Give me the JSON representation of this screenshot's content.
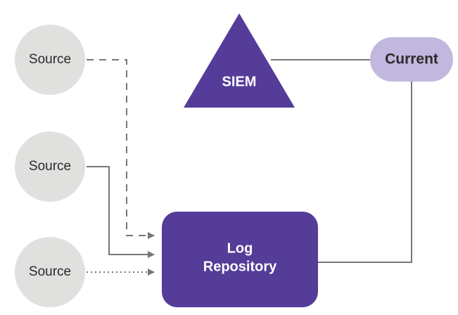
{
  "nodes": {
    "source_1": {
      "label": "Source"
    },
    "source_2": {
      "label": "Source"
    },
    "source_3": {
      "label": "Source"
    },
    "siem": {
      "label": "SIEM"
    },
    "current": {
      "label": "Current"
    },
    "log_repository": {
      "label_line1": "Log",
      "label_line2": "Repository"
    }
  },
  "connectors": [
    {
      "from": "source_1",
      "to": "log_repository",
      "style": "dashed",
      "arrow": true
    },
    {
      "from": "source_2",
      "to": "log_repository",
      "style": "solid",
      "arrow": true
    },
    {
      "from": "source_3",
      "to": "log_repository",
      "style": "dotted",
      "arrow": true
    },
    {
      "from": "siem",
      "to": "current",
      "style": "solid",
      "arrow": false
    },
    {
      "from": "current",
      "to": "log_repository",
      "style": "solid",
      "arrow": false
    }
  ],
  "colors": {
    "source_fill": "#e0e0de",
    "primary_purple": "#553c99",
    "light_purple": "#c2b7de",
    "connector": "#777777",
    "text_dark": "#2b2b2b",
    "text_light": "#ffffff"
  }
}
